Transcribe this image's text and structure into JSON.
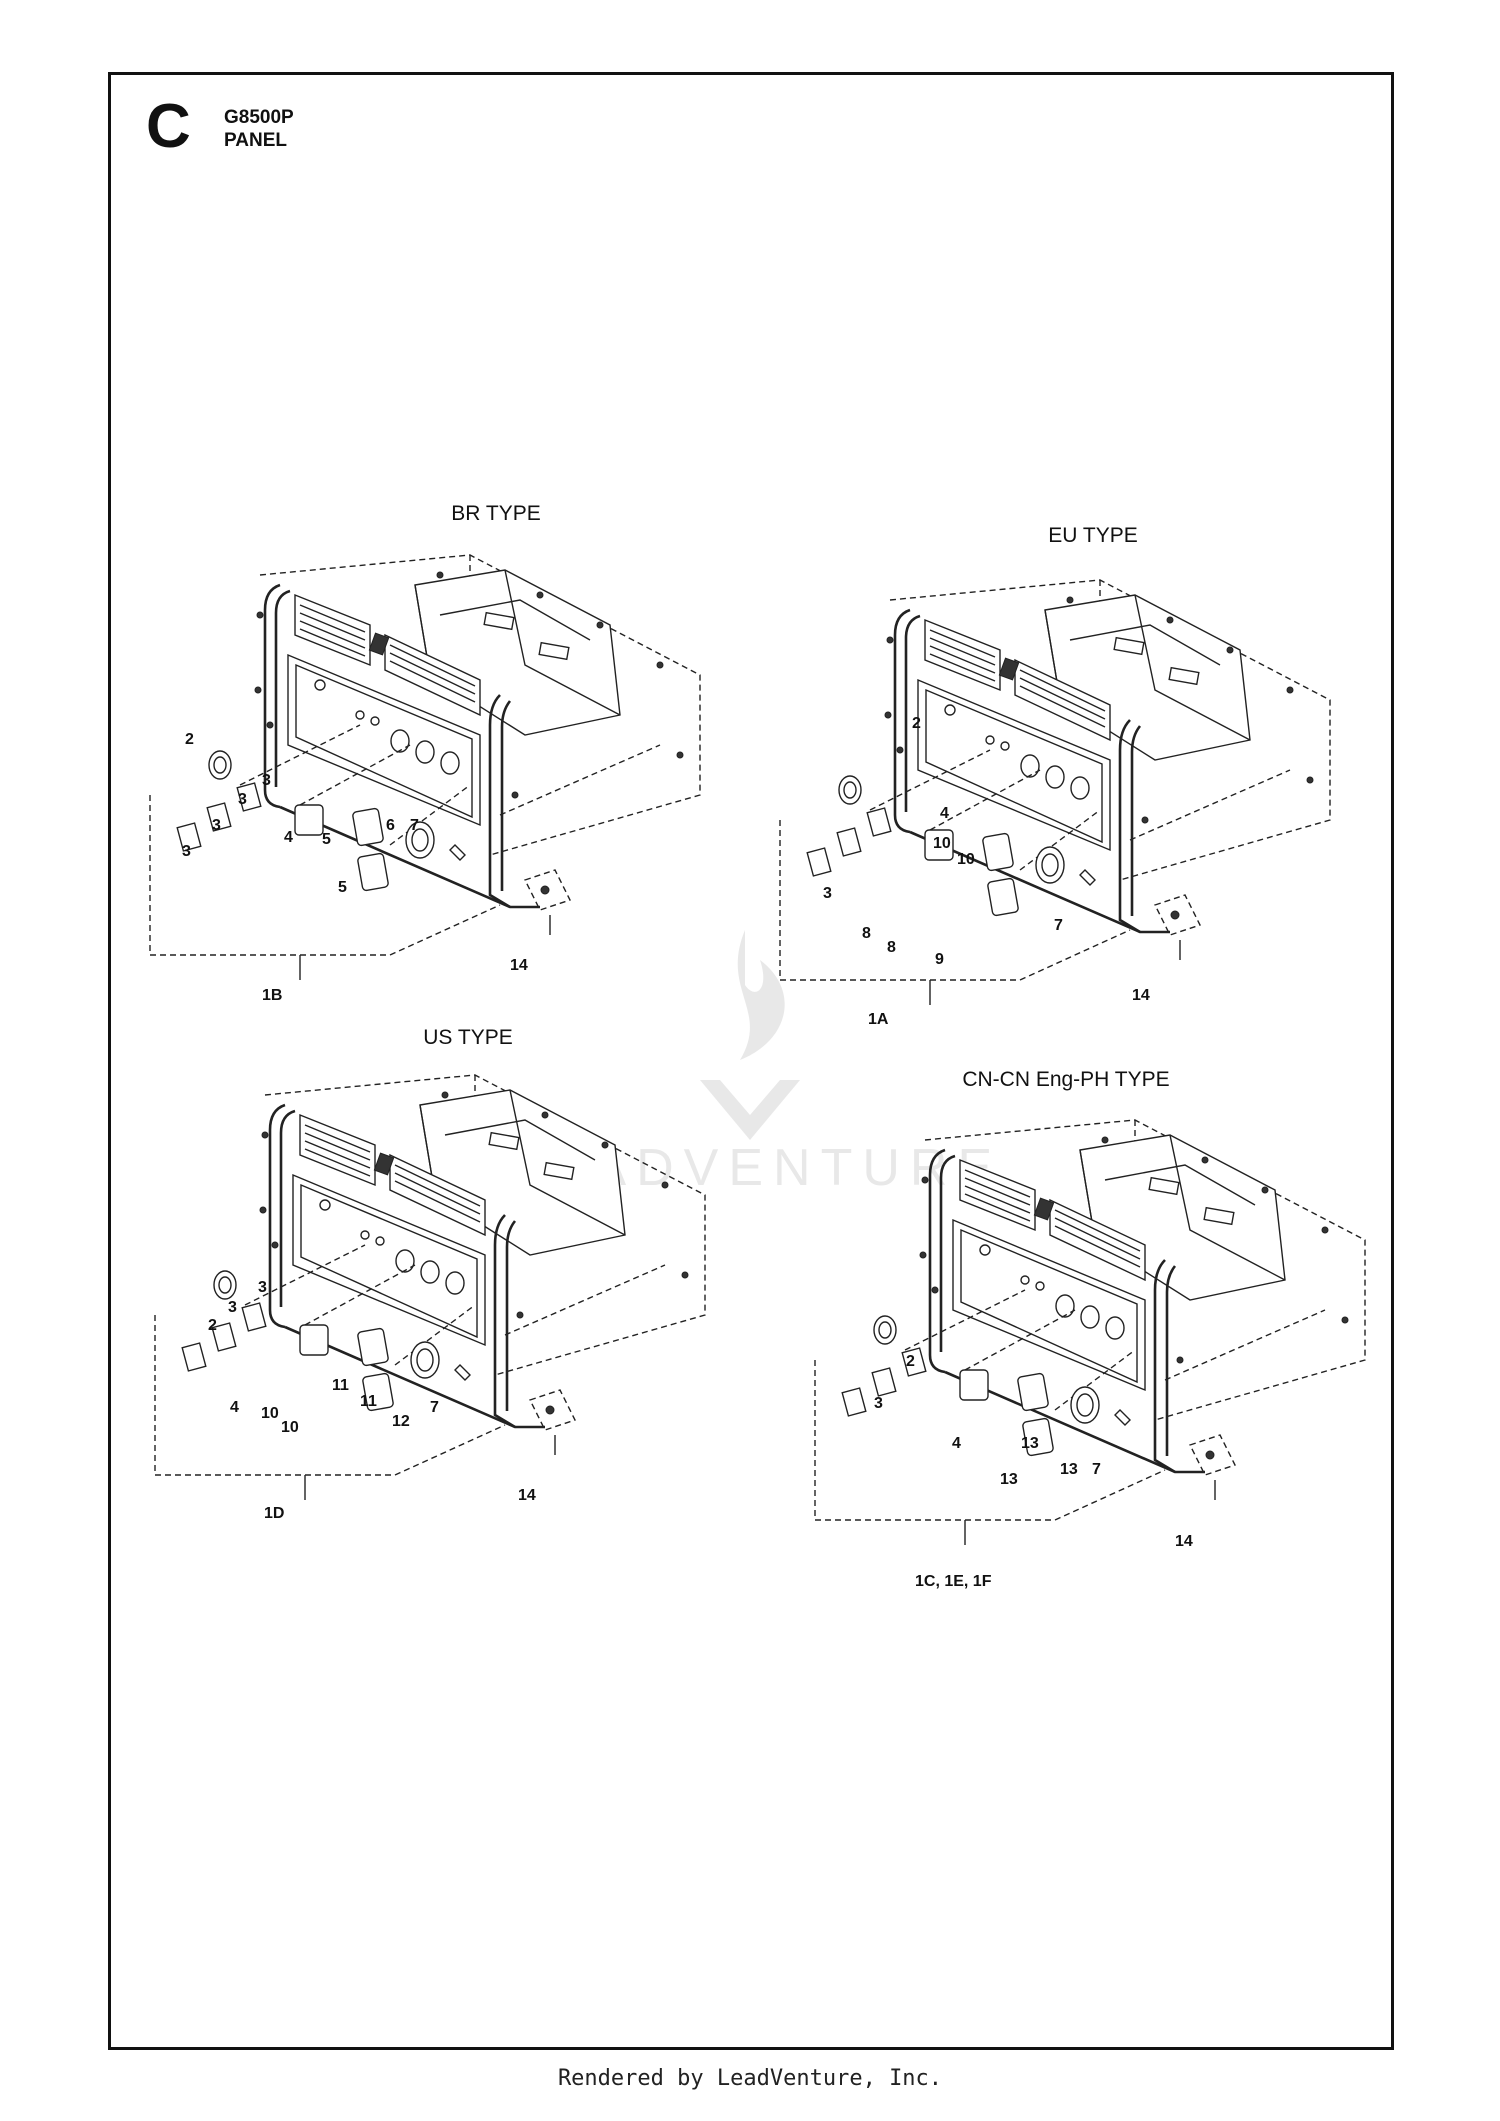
{
  "header": {
    "section_letter": "C",
    "model": "G8500P",
    "subtitle": "PANEL"
  },
  "footer": {
    "text": "Rendered by LeadVenture, Inc."
  },
  "watermark": {
    "text": "LEADVENTURE"
  },
  "panels": {
    "br": {
      "title": "BR TYPE",
      "assembly": "1B",
      "labels": [
        "2",
        "3",
        "3",
        "3",
        "3",
        "4",
        "5",
        "5",
        "6",
        "7",
        "14"
      ]
    },
    "eu": {
      "title": "EU TYPE",
      "assembly": "1A",
      "labels": [
        "2",
        "3",
        "4",
        "10",
        "10",
        "8",
        "8",
        "9",
        "7",
        "14"
      ]
    },
    "us": {
      "title": "US TYPE",
      "assembly": "1D",
      "labels": [
        "3",
        "3",
        "2",
        "4",
        "10",
        "10",
        "11",
        "11",
        "12",
        "7",
        "14"
      ]
    },
    "cn": {
      "title": "CN-CN Eng-PH TYPE",
      "assembly": "1C, 1E, 1F",
      "labels": [
        "2",
        "3",
        "4",
        "13",
        "13",
        "13",
        "7",
        "14"
      ]
    }
  }
}
